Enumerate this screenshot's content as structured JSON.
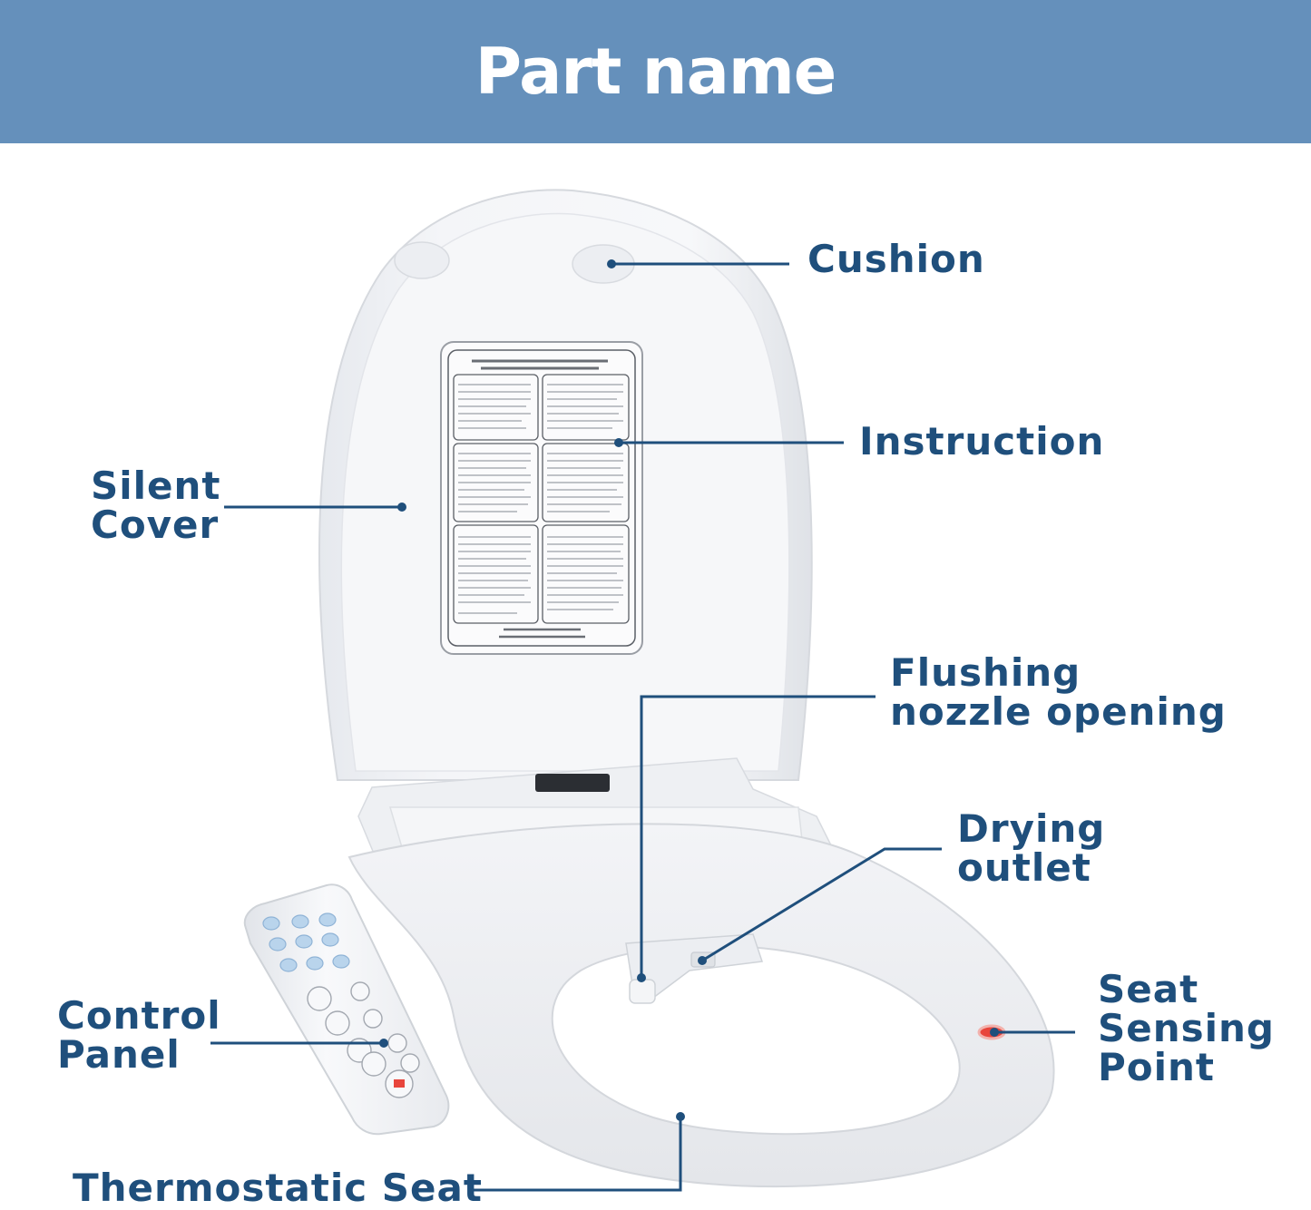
{
  "header": {
    "title": "Part name"
  },
  "labels": {
    "cushion": "Cushion",
    "instruction": "Instruction",
    "silent_cover": [
      "Silent",
      "Cover"
    ],
    "flushing_nozzle_opening": [
      "Flushing",
      "nozzle opening"
    ],
    "drying_outlet": [
      "Drying",
      "outlet"
    ],
    "seat_sensing_point": [
      "Seat",
      "Sensing",
      "Point"
    ],
    "control_panel": [
      "Control",
      "Panel"
    ],
    "thermostatic_seat": "Thermostatic Seat"
  },
  "colors": {
    "header_bg": "#6590bb",
    "label_text": "#1f4f7c",
    "leader_line": "#1f4f7c",
    "sensor_dot": "#e8453c"
  }
}
